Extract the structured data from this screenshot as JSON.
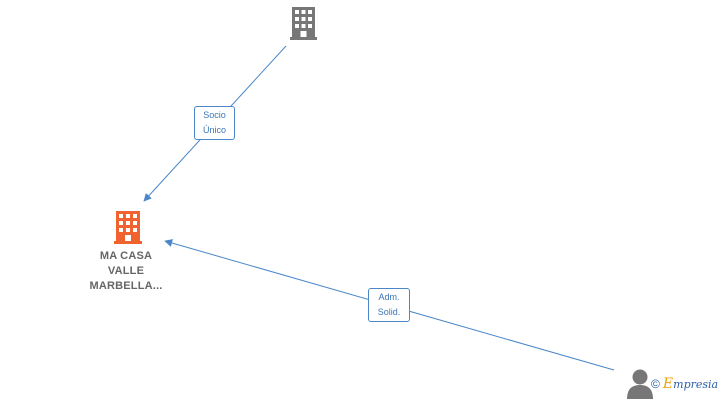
{
  "nodes": {
    "company_top": {
      "type": "company",
      "color": "#777777",
      "icon": "building-icon",
      "label": ""
    },
    "company_main": {
      "type": "company",
      "color": "#f0622e",
      "icon": "building-icon",
      "label_lines": [
        "MA CASA",
        "VALLE",
        "MARBELLA..."
      ]
    },
    "person": {
      "type": "person",
      "color": "#777777",
      "icon": "person-icon",
      "label": ""
    }
  },
  "edges": [
    {
      "from": "company_top",
      "to": "company_main",
      "label_lines": [
        "Socio",
        "Único"
      ],
      "color": "#4a86c8"
    },
    {
      "from": "person",
      "to": "company_main",
      "label_lines": [
        "Adm.",
        "Solid."
      ],
      "color": "#4a86c8"
    }
  ],
  "watermark": {
    "copyright": "©",
    "brand_first": "E",
    "brand_rest": "mpresia"
  }
}
